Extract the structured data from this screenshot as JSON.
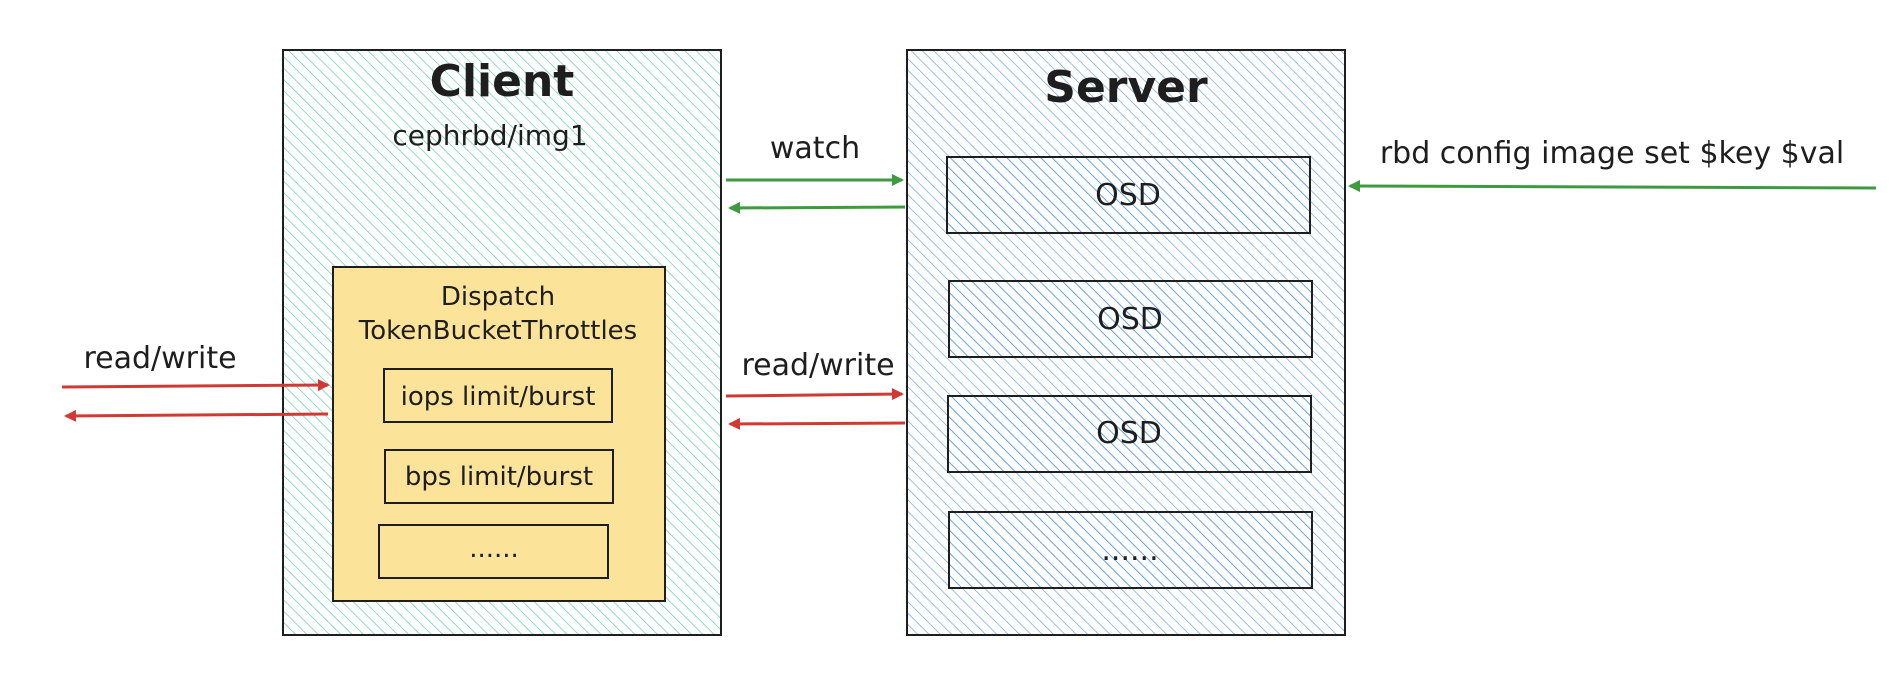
{
  "client": {
    "title": "Client",
    "subtitle": "cephrbd/img1",
    "dispatch": {
      "title_line1": "Dispatch",
      "title_line2": "TokenBucketThrottles",
      "items": [
        "iops limit/burst",
        "bps limit/burst",
        "......"
      ]
    }
  },
  "server": {
    "title": "Server",
    "osds": [
      "OSD",
      "OSD",
      "OSD",
      "......"
    ]
  },
  "labels": {
    "left_rw": "read/write",
    "watch": "watch",
    "mid_rw": "read/write",
    "config_cmd": "rbd config image set $key $val"
  },
  "colors": {
    "client_fill": "#2fbf8a",
    "server_fill": "#4a90e2",
    "dispatch_fill": "#fbe39a",
    "green_arrow": "#3e9a3e",
    "red_arrow": "#d03a35"
  }
}
